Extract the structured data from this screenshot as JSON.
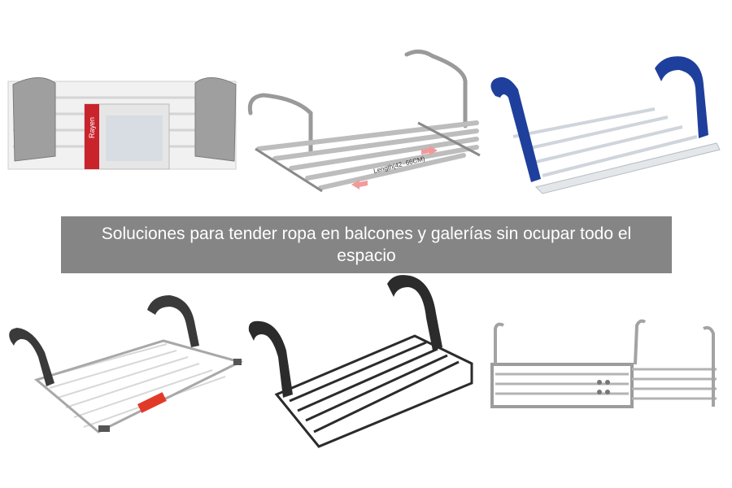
{
  "caption": "Soluciones para tender ropa en balcones y galerías sin ocupar todo el espacio",
  "products": [
    {
      "description": "boxed white balcony drying rack",
      "box_brand": "Rayen"
    },
    {
      "description": "stainless steel extendable rack",
      "length_label": "Length(42~66CM)"
    },
    {
      "description": "white rack with blue hooks"
    },
    {
      "description": "white rack with grey hooks"
    },
    {
      "description": "black rack with black hooks"
    },
    {
      "description": "grey folding rack with tall hooks"
    }
  ],
  "colors": {
    "caption_bg": "#858585",
    "caption_text": "#ffffff",
    "blue_hook": "#1f3f9c",
    "dark_hook": "#2b2b2b",
    "accent_red": "#e23a2a"
  }
}
